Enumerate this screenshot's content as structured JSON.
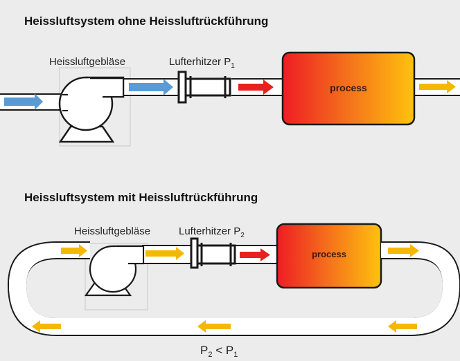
{
  "top": {
    "title": "Heissluftsystem ohne Heissluftrückführung",
    "blower_label": "Heissluftgebläse",
    "heater_label": "Lufterhitzer P",
    "heater_subscript": "1",
    "process_label": "process"
  },
  "bottom": {
    "title": "Heissluftsystem mit Heissluftrückführung",
    "blower_label": "Heissluftgebläse",
    "heater_label": "Lufterhitzer P",
    "heater_subscript": "2",
    "process_label": "process"
  },
  "relation": {
    "left": "P",
    "left_sub": "2",
    "operator": " < ",
    "right": "P",
    "right_sub": "1"
  },
  "colors": {
    "cold_arrow": "#5b9bd5",
    "hot_arrow": "#e8211f",
    "exhaust_arrow": "#f5b800",
    "process_gradient_start": "#ee1d24",
    "process_gradient_end": "#ffc20e"
  }
}
